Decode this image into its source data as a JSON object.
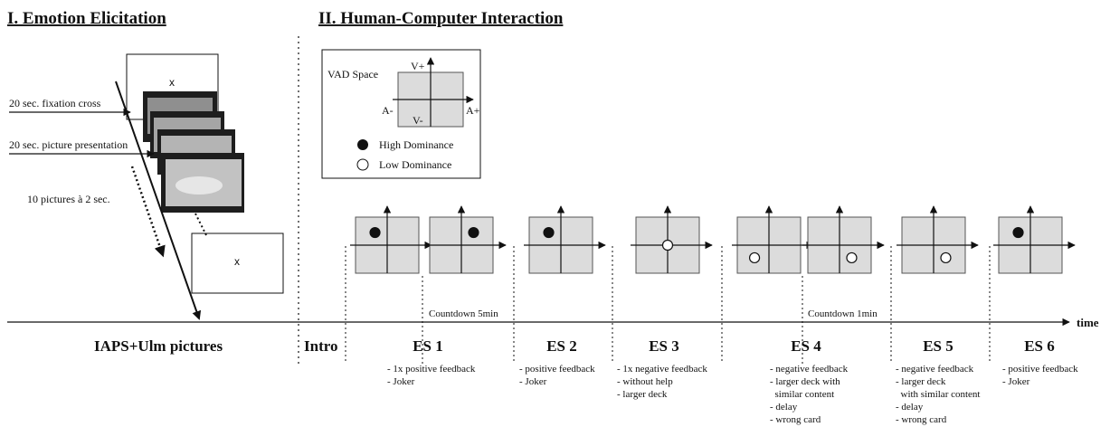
{
  "section1": {
    "title": "I. Emotion Elicitation",
    "fixation_label": "20 sec. fixation cross",
    "picture_label": "20 sec. picture presentation",
    "pictures_label": "10 pictures à 2 sec.",
    "cross_glyph": "x",
    "bottom_label": "IAPS+Ulm pictures"
  },
  "section2": {
    "title": "II. Human-Computer Interaction",
    "legend": {
      "vad_label": "VAD Space",
      "v_plus": "V+",
      "v_minus": "V-",
      "a_minus": "A-",
      "a_plus": "A+",
      "high": "High Dominance",
      "low": "Low Dominance"
    },
    "countdown1": "Countdown 5min",
    "countdown2": "Countdown 1min",
    "time_label": "time",
    "intro_label": "Intro"
  },
  "stages": [
    {
      "name": "ES 1",
      "notes": [
        "- 1x positive feedback",
        "- Joker"
      ]
    },
    {
      "name": "ES 2",
      "notes": [
        "- positive feedback",
        "- Joker"
      ]
    },
    {
      "name": "ES 3",
      "notes": [
        "- 1x negative feedback",
        "- without help",
        "- larger deck"
      ]
    },
    {
      "name": "ES 4",
      "notes": [
        "- negative feedback",
        "- larger deck with",
        "  similar content",
        "- delay",
        "- wrong card"
      ]
    },
    {
      "name": "ES 5",
      "notes": [
        "- negative feedback",
        "- larger deck",
        "  with similar content",
        "- delay",
        "- wrong card"
      ]
    },
    {
      "name": "ES 6",
      "notes": [
        "- positive feedback",
        "- Joker"
      ]
    }
  ],
  "vad_panels": [
    {
      "dominance": "high",
      "position": "top-left"
    },
    {
      "dominance": "high",
      "position": "top-right"
    },
    {
      "dominance": "high",
      "position": "top-left"
    },
    {
      "dominance": "low",
      "position": "center"
    },
    {
      "dominance": "low",
      "position": "bottom-left"
    },
    {
      "dominance": "low",
      "position": "bottom-right"
    },
    {
      "dominance": "low",
      "position": "bottom-right"
    },
    {
      "dominance": "high",
      "position": "top-left"
    }
  ]
}
